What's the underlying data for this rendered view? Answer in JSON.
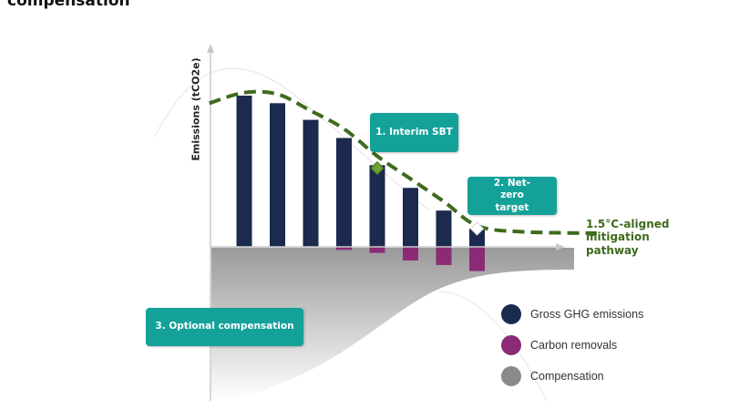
{
  "page": {
    "title": "compensation"
  },
  "callouts": {
    "interim": "1. Interim SBT",
    "net_zero": "2. Net-zero target",
    "compensation": "3. Optional compensation"
  },
  "pathway_label": "1.5°C-aligned mitigation pathway",
  "colors": {
    "gross": "#1b2a4e",
    "removals": "#8b2b76",
    "compensation": "#8a8a8a",
    "pathway": "#3e6b1c",
    "callout": "#14a19a"
  },
  "chart_data": {
    "type": "bar",
    "ylabel": "Emissions (tCO2e)",
    "xlabel": "",
    "categories": [
      "",
      "",
      "",
      "",
      "",
      "",
      "",
      ""
    ],
    "ylim": [
      -30,
      100
    ],
    "grid": false,
    "legend_position": "bottom-right",
    "series": [
      {
        "name": "Gross GHG emissions",
        "values": [
          100,
          95,
          84,
          72,
          54,
          39,
          24,
          12
        ]
      },
      {
        "name": "Carbon removals",
        "values": [
          0,
          0,
          0,
          -2,
          -4,
          -9,
          -12,
          -16
        ]
      }
    ],
    "compensation": {
      "name": "Compensation"
    },
    "pathway": {
      "name": "1.5°C-aligned mitigation pathway",
      "milestones": [
        {
          "name": "Interim SBT",
          "index": 4,
          "value": 52
        },
        {
          "name": "Net-zero target",
          "index": 7,
          "value": 12
        }
      ]
    }
  }
}
